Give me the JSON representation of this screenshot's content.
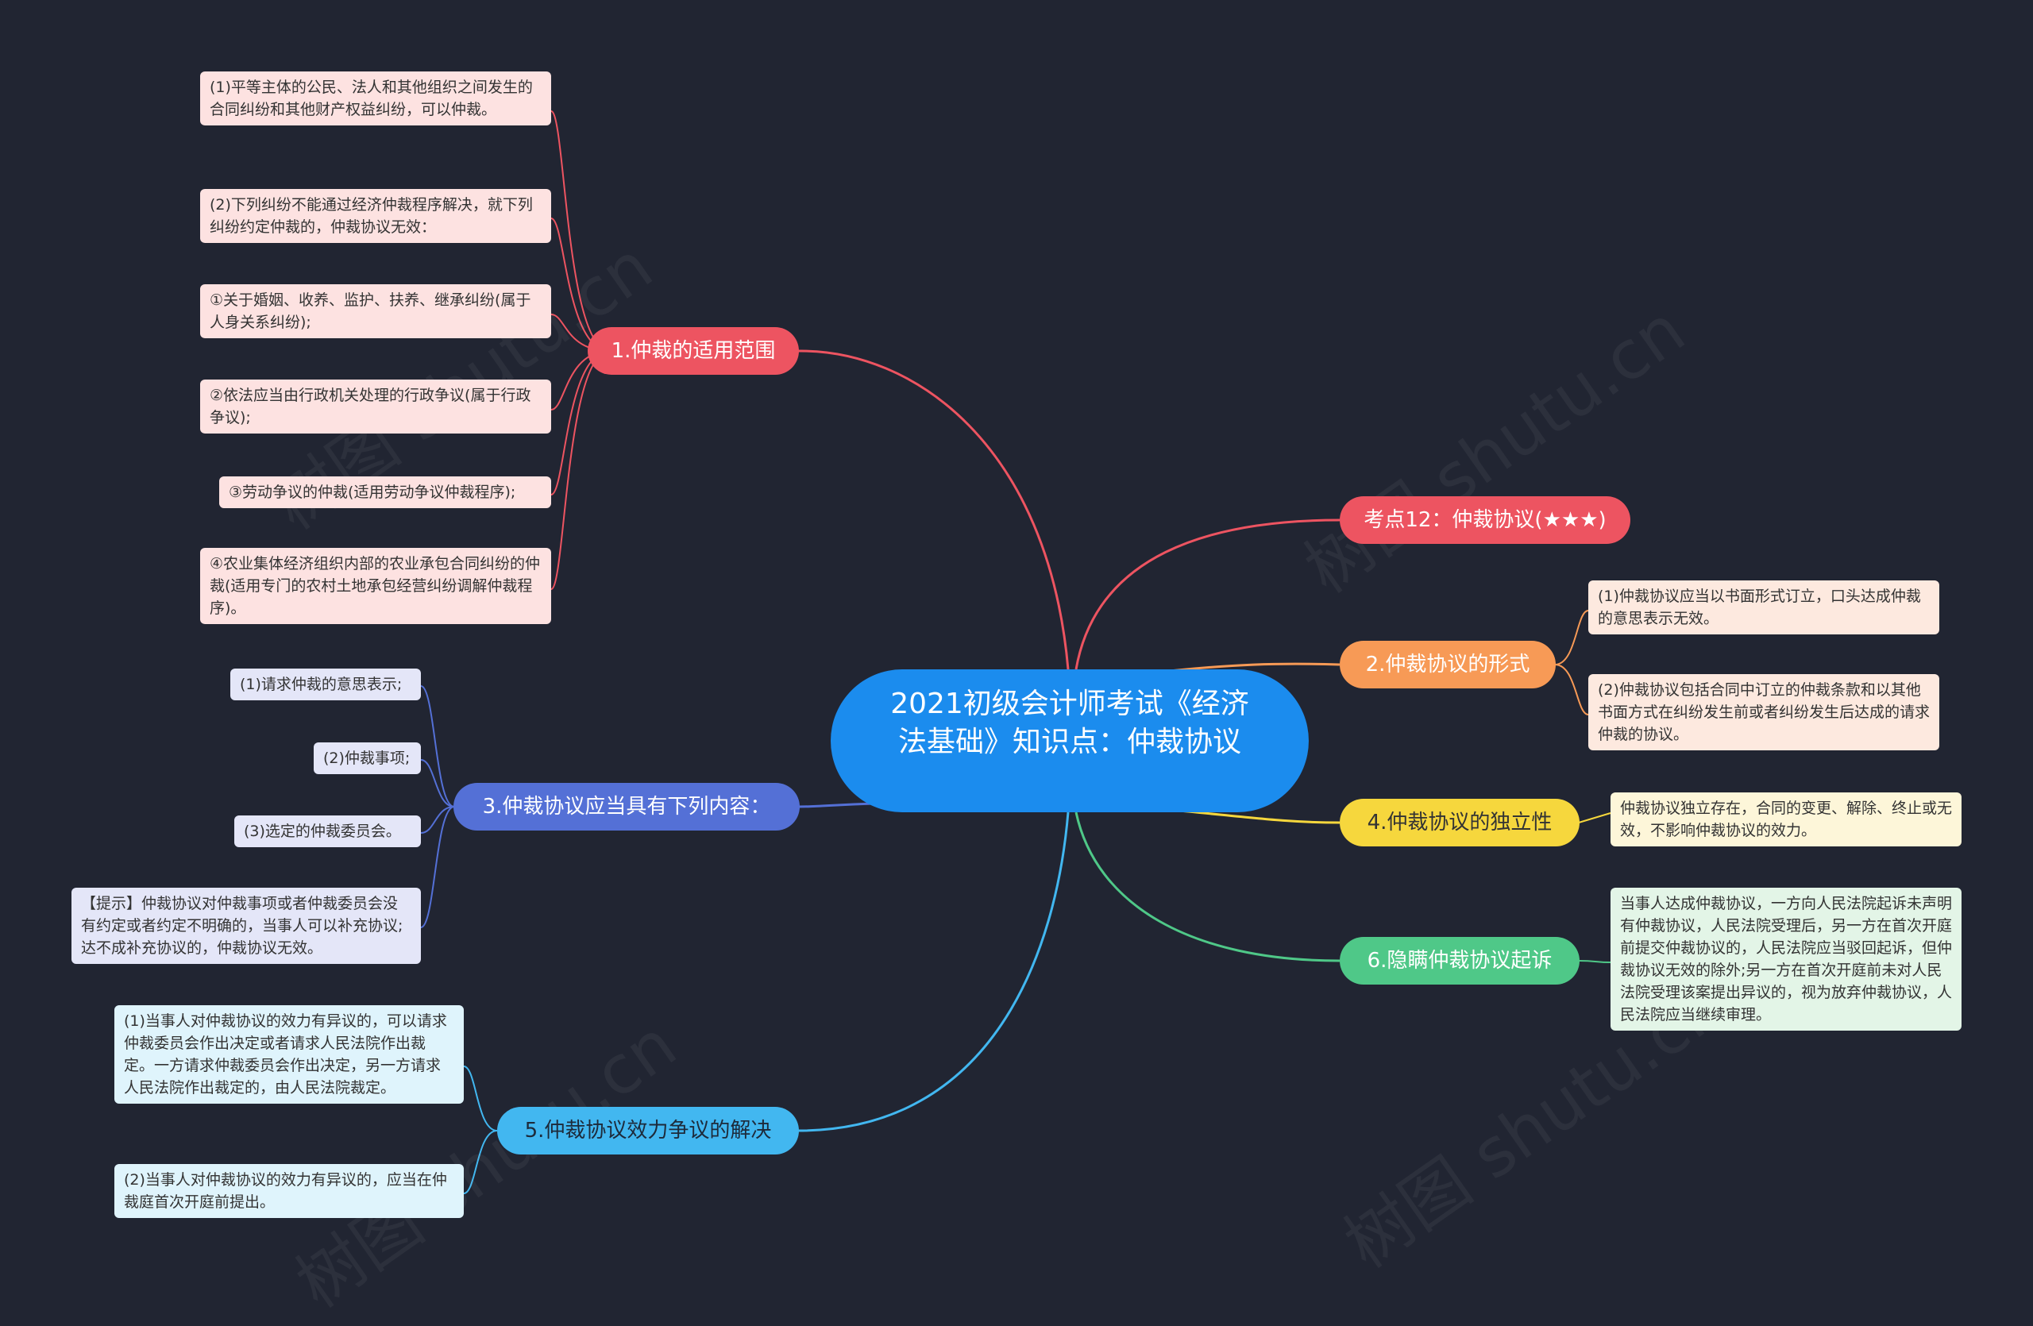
{
  "root": {
    "label": "2021初级会计师考试《经济法基础》知识点：仲裁协议"
  },
  "branches": {
    "b_kaodian": {
      "label": "考点12：仲裁协议(★★★)",
      "color": "#ed5461"
    },
    "b1": {
      "label": "1.仲裁的适用范围",
      "color": "#ed5461"
    },
    "b2": {
      "label": "2.仲裁协议的形式",
      "color": "#f79a56"
    },
    "b3": {
      "label": "3.仲裁协议应当具有下列内容：",
      "color": "#5470d6"
    },
    "b4": {
      "label": "4.仲裁协议的独立性",
      "color": "#f6d73d"
    },
    "b5": {
      "label": "5.仲裁协议效力争议的解决",
      "color": "#42b7f0"
    },
    "b6": {
      "label": "6.隐瞒仲裁协议起诉",
      "color": "#4fc888"
    }
  },
  "leaves": {
    "l1_1": "(1)平等主体的公民、法人和其他组织之间发生的合同纠纷和其他财产权益纠纷，可以仲裁。",
    "l1_2": "(2)下列纠纷不能通过经济仲裁程序解决，就下列纠纷约定仲裁的，仲裁协议无效：",
    "l1_3": "①关于婚姻、收养、监护、扶养、继承纠纷(属于人身关系纠纷);",
    "l1_4": "②依法应当由行政机关处理的行政争议(属于行政争议);",
    "l1_5": "③劳动争议的仲裁(适用劳动争议仲裁程序);",
    "l1_6": "④农业集体经济组织内部的农业承包合同纠纷的仲裁(适用专门的农村土地承包经营纠纷调解仲裁程序)。",
    "l2_1": "(1)仲裁协议应当以书面形式订立，口头达成仲裁的意思表示无效。",
    "l2_2": "(2)仲裁协议包括合同中订立的仲裁条款和以其他书面方式在纠纷发生前或者纠纷发生后达成的请求仲裁的协议。",
    "l3_1": "(1)请求仲裁的意思表示;",
    "l3_2": "(2)仲裁事项;",
    "l3_3": "(3)选定的仲裁委员会。",
    "l3_4": "【提示】仲裁协议对仲裁事项或者仲裁委员会没有约定或者约定不明确的，当事人可以补充协议;达不成补充协议的，仲裁协议无效。",
    "l4_1": "仲裁协议独立存在，合同的变更、解除、终止或无效，不影响仲裁协议的效力。",
    "l5_1": "(1)当事人对仲裁协议的效力有异议的，可以请求仲裁委员会作出决定或者请求人民法院作出裁定。一方请求仲裁委员会作出决定，另一方请求人民法院作出裁定的，由人民法院裁定。",
    "l5_2": "(2)当事人对仲裁协议的效力有异议的，应当在仲裁庭首次开庭前提出。",
    "l6_1": "当事人达成仲裁协议，一方向人民法院起诉未声明有仲裁协议，人民法院受理后，另一方在首次开庭前提交仲裁协议的，人民法院应当驳回起诉，但仲裁协议无效的除外;另一方在首次开庭前未对人民法院受理该案提出异议的，视为放弃仲裁协议，人民法院应当继续审理。"
  },
  "watermark": "树图 shutu.cn"
}
